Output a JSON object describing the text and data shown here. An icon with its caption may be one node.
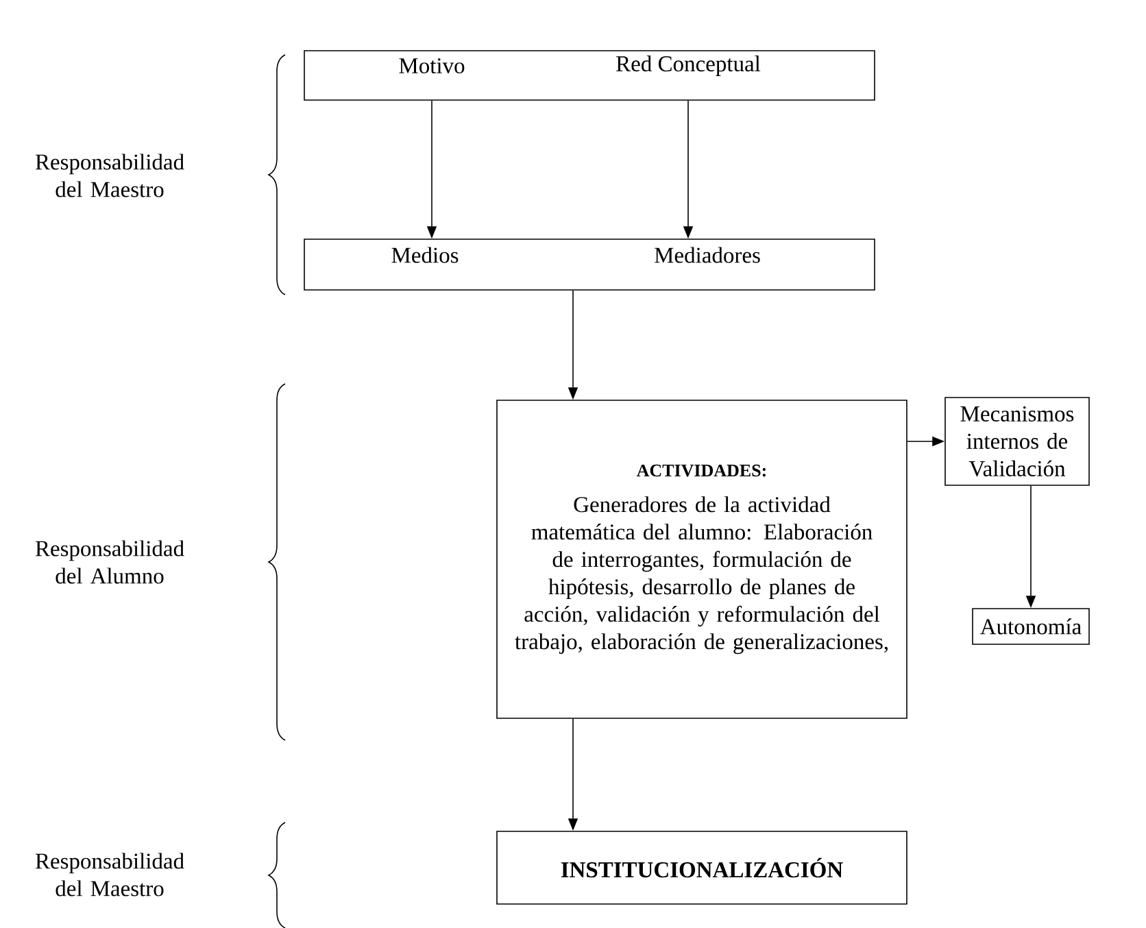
{
  "diagram": {
    "nodes": [
      {
        "text": [],
        "shape": "box"
      },
      {
        "text": [
          "Motivo"
        ],
        "in": 0
      },
      {
        "text": [
          "Red Conceptual"
        ],
        "in": 0
      },
      {
        "text": [],
        "shape": "box"
      },
      {
        "text": [
          "Medios"
        ],
        "in": 3
      },
      {
        "text": [
          "Mediadores"
        ],
        "in": 3
      },
      {
        "text": [
          "ACTIVIDADES:",
          "Generadores de la actividad matemática del alumno: Elaboración de interrogantes, formulación de hipótesis, desarrollo de planes de acción, validación y reformulación del trabajo, elaboración de generalizaciones,"
        ]
      },
      {
        "text": [
          "Mecanismos internos de Validación"
        ]
      },
      {
        "text": [
          "Autonomía"
        ]
      },
      {
        "text": [
          "INSTITUCIONALIZACIÓN"
        ]
      }
    ],
    "edges": [
      {
        "from": 1,
        "to": 4,
        "arrow": "to"
      },
      {
        "from": 2,
        "to": 5,
        "arrow": "to"
      },
      {
        "from": 3,
        "to": 6,
        "arrow": "to"
      },
      {
        "from": 6,
        "to": 7,
        "arrow": "to"
      },
      {
        "from": 7,
        "to": 8,
        "arrow": "to"
      },
      {
        "from": 6,
        "to": 9,
        "arrow": "to"
      }
    ],
    "labels": [
      "Responsabilidad del Maestro",
      "Responsabilidad del Alumno",
      "Responsabilidad del Maestro"
    ]
  }
}
